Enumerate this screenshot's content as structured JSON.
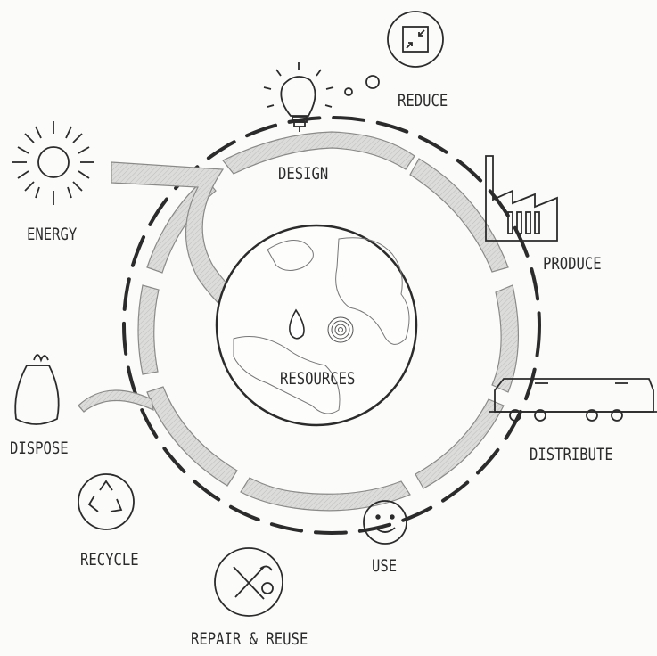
{
  "labels": {
    "reduce": "REDUCE",
    "design": "DESIGN",
    "energy": "ENERGY",
    "produce": "PRODUCE",
    "resources": "RESOURCES",
    "dispose": "DISPOSE",
    "distribute": "DISTRIBUTE",
    "recycle": "RECYCLE",
    "use": "USE",
    "repair_reuse": "REPAIR & REUSE"
  },
  "colors": {
    "ink": "#2b2b2b",
    "arrow_fill": "#d4d4d2",
    "paper": "#fbfbfa"
  },
  "icons": [
    "lightbulb-icon",
    "reduce-box-icon",
    "sun-icon",
    "factory-icon",
    "earth-globe-icon",
    "water-drop-icon",
    "tree-rings-icon",
    "trash-bag-icon",
    "train-wagon-icon",
    "recycle-icon",
    "tools-icon",
    "smiley-icon"
  ]
}
